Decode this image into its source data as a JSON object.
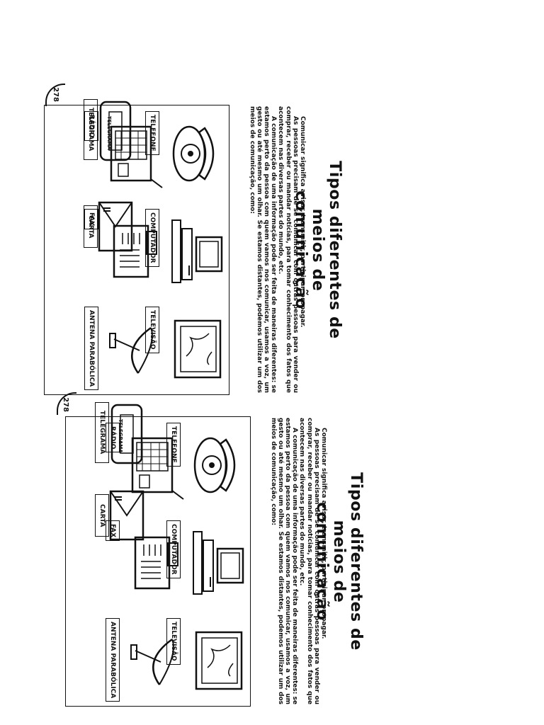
{
  "page": {
    "title_line1": "Tipos diferentes de",
    "title_line2": "meios de comunicação",
    "paragraphs": [
      "Comunicar significa avisar, transmitir, participar, propagar.",
      "As pessoas precisam de se comunicar com outras pessoas para vender ou comprar, receber ou mandar notícias, para tomar conhecimento dos fatos que acontecem nas diversas partes do mundo, etc.",
      "A comunicação de uma informação pode ser feita de maneiras diferentes: se estamos perto da pessoa com quem vamos nos comunicar, usamos a voz, um gesto ou até mesmo um olhar. Se estamos distantes, podemos utilizar um dos meios de comunicação, como:"
    ],
    "items": [
      {
        "label": "TELEFONE",
        "icon": "telephone-icon"
      },
      {
        "label": "COMPUTADOR",
        "icon": "computer-icon"
      },
      {
        "label": "TELEVISÃO",
        "icon": "television-icon"
      },
      {
        "label": "RÁDIO",
        "icon": "radio-icon"
      },
      {
        "label": "FAX",
        "icon": "fax-icon"
      },
      {
        "label": "ANTENA PARABÓLICA",
        "icon": "satellite-dish-icon"
      },
      {
        "label": "TELEGRAMA",
        "icon": "telegram-icon"
      },
      {
        "label": "CARTA",
        "icon": "letter-icon"
      }
    ],
    "inner_labels": {
      "telegram": "TELEGRAMA"
    },
    "page_number": "278"
  }
}
